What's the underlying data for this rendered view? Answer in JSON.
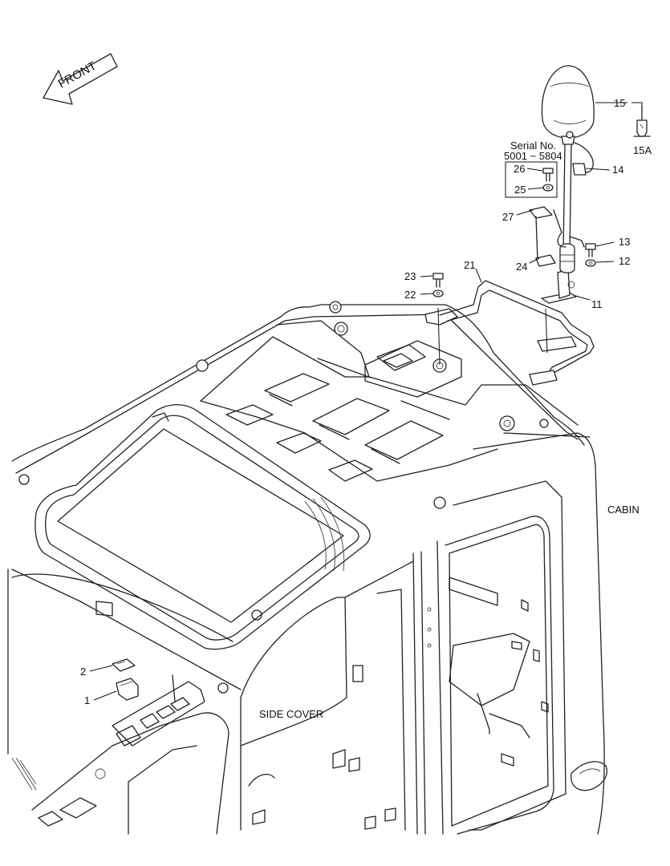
{
  "direction_label": "FRONT",
  "serial_box": {
    "line1": "Serial No.",
    "line2": "5001 ~ 5804"
  },
  "region_labels": {
    "cabin": "CABIN",
    "side_cover": "SIDE COVER"
  },
  "part_numbers": {
    "p1": "1",
    "p2": "2",
    "p11": "11",
    "p12": "12",
    "p13": "13",
    "p14": "14",
    "p15": "15",
    "p15a": "15A",
    "p21": "21",
    "p22": "22",
    "p23": "23",
    "p24": "24",
    "p25": "25",
    "p26": "26",
    "p27": "27"
  }
}
